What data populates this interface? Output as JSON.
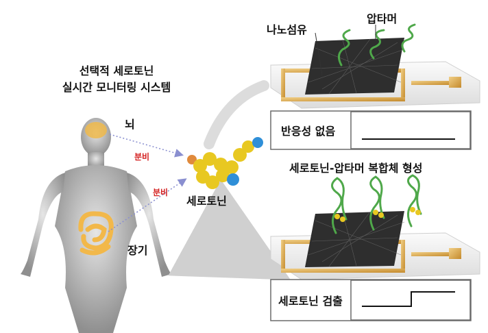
{
  "title_lines": [
    "선택적 세로토닌",
    "실시간 모니터링 시스템"
  ],
  "labels": {
    "brain": "뇌",
    "organ": "장기",
    "secretion_1": "분비",
    "secretion_2": "분비",
    "serotonin": "세로토닌",
    "nanofiber": "나노섬유",
    "aptamer": "압타머",
    "complex": "세로토닌-압타머 복합체 형성"
  },
  "panels": [
    {
      "result": "반응성 없음",
      "signal": "flat"
    },
    {
      "result": "세로토닌 검출",
      "signal": "step"
    }
  ],
  "colors": {
    "secretion_text": "#d42020",
    "arrow": "#8a8fd0",
    "gold": "#d9a54a",
    "aptamer": "#4fa84a",
    "molecule": "#e8c821",
    "molecule_end_blue": "#2f8fd8",
    "molecule_end_orange": "#e08a3c"
  }
}
